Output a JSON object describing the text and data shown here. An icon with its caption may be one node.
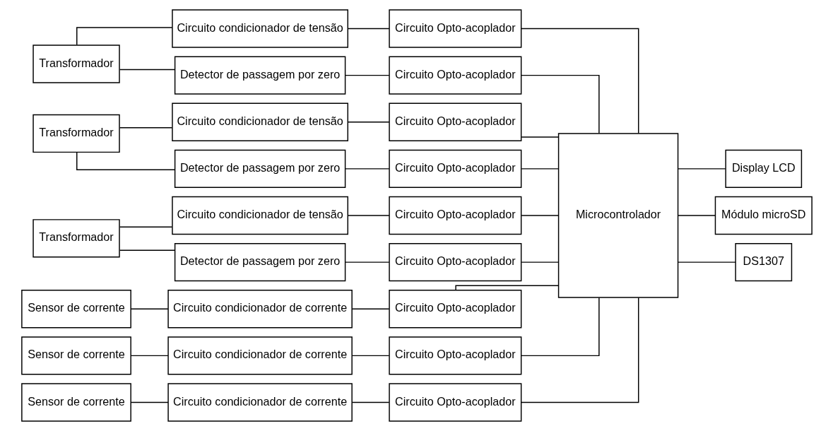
{
  "diagram": {
    "nodes": [
      {
        "text": [
          "Transformador"
        ]
      },
      {
        "text": [
          "Circuito condicionador de tensão"
        ]
      },
      {
        "text": [
          "Circuito Opto-acoplador"
        ]
      },
      {
        "text": [
          "Detector de passagem por zero"
        ]
      },
      {
        "text": [
          "Circuito Opto-acoplador"
        ]
      },
      {
        "text": [
          "Transformador"
        ]
      },
      {
        "text": [
          "Circuito condicionador de tensão"
        ]
      },
      {
        "text": [
          "Circuito Opto-acoplador"
        ]
      },
      {
        "text": [
          "Detector de passagem por zero"
        ]
      },
      {
        "text": [
          "Circuito Opto-acoplador"
        ]
      },
      {
        "text": [
          "Transformador"
        ]
      },
      {
        "text": [
          "Circuito condicionador de tensão"
        ]
      },
      {
        "text": [
          "Circuito Opto-acoplador"
        ]
      },
      {
        "text": [
          "Detector de passagem por zero"
        ]
      },
      {
        "text": [
          "Circuito Opto-acoplador"
        ]
      },
      {
        "text": [
          "Sensor de corrente"
        ]
      },
      {
        "text": [
          "Circuito condicionador de corrente"
        ]
      },
      {
        "text": [
          "Circuito Opto-acoplador"
        ]
      },
      {
        "text": [
          "Sensor de corrente"
        ]
      },
      {
        "text": [
          "Circuito condicionador de corrente"
        ]
      },
      {
        "text": [
          "Circuito Opto-acoplador"
        ]
      },
      {
        "text": [
          "Sensor de corrente"
        ]
      },
      {
        "text": [
          "Circuito condicionador de corrente"
        ]
      },
      {
        "text": [
          "Circuito Opto-acoplador"
        ]
      },
      {
        "text": [
          "Microcontrolador"
        ]
      },
      {
        "text": [
          "Display LCD"
        ]
      },
      {
        "text": [
          "Módulo microSD"
        ]
      },
      {
        "text": [
          "DS1307"
        ]
      }
    ],
    "edges": [
      {
        "from": 0,
        "to": 1,
        "arrow": "none"
      },
      {
        "from": 0,
        "to": 3,
        "arrow": "none"
      },
      {
        "from": 1,
        "to": 2,
        "arrow": "none"
      },
      {
        "from": 3,
        "to": 4,
        "arrow": "none"
      },
      {
        "from": 5,
        "to": 6,
        "arrow": "none"
      },
      {
        "from": 5,
        "to": 8,
        "arrow": "none"
      },
      {
        "from": 6,
        "to": 7,
        "arrow": "none"
      },
      {
        "from": 8,
        "to": 9,
        "arrow": "none"
      },
      {
        "from": 10,
        "to": 11,
        "arrow": "none"
      },
      {
        "from": 10,
        "to": 13,
        "arrow": "none"
      },
      {
        "from": 11,
        "to": 12,
        "arrow": "none"
      },
      {
        "from": 13,
        "to": 14,
        "arrow": "none"
      },
      {
        "from": 15,
        "to": 16,
        "arrow": "none"
      },
      {
        "from": 16,
        "to": 17,
        "arrow": "none"
      },
      {
        "from": 18,
        "to": 19,
        "arrow": "none"
      },
      {
        "from": 19,
        "to": 20,
        "arrow": "none"
      },
      {
        "from": 21,
        "to": 22,
        "arrow": "none"
      },
      {
        "from": 22,
        "to": 23,
        "arrow": "none"
      },
      {
        "from": 2,
        "to": 24,
        "arrow": "none"
      },
      {
        "from": 4,
        "to": 24,
        "arrow": "none"
      },
      {
        "from": 7,
        "to": 24,
        "arrow": "none"
      },
      {
        "from": 9,
        "to": 24,
        "arrow": "none"
      },
      {
        "from": 12,
        "to": 24,
        "arrow": "none"
      },
      {
        "from": 14,
        "to": 24,
        "arrow": "none"
      },
      {
        "from": 17,
        "to": 24,
        "arrow": "none"
      },
      {
        "from": 20,
        "to": 24,
        "arrow": "none"
      },
      {
        "from": 23,
        "to": 24,
        "arrow": "none"
      },
      {
        "from": 24,
        "to": 25,
        "arrow": "none"
      },
      {
        "from": 24,
        "to": 26,
        "arrow": "none"
      },
      {
        "from": 24,
        "to": 27,
        "arrow": "none"
      }
    ]
  }
}
